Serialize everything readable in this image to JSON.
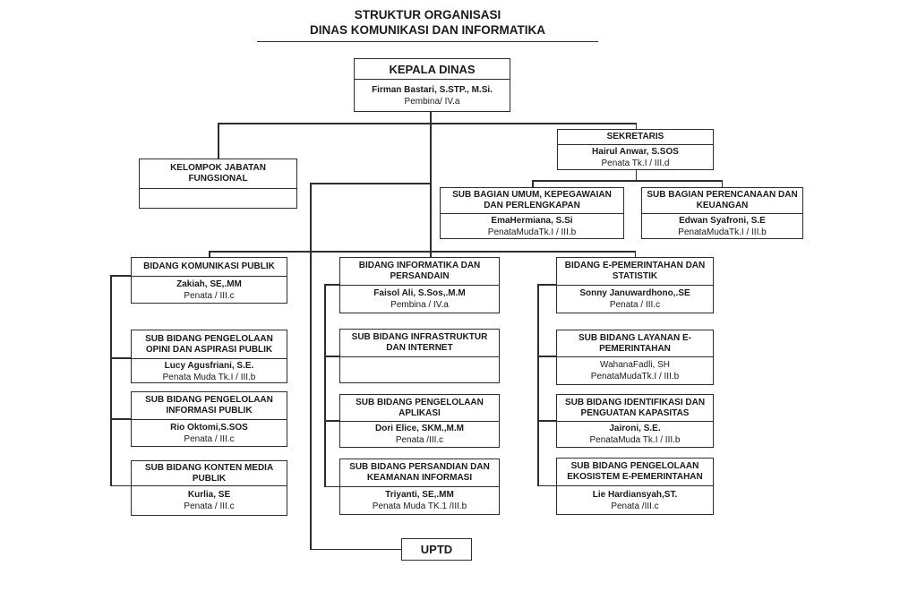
{
  "header": {
    "title_line1": "STRUKTUR ORGANISASI",
    "title_line2": "DINAS KOMUNIKASI DAN INFORMATIKA"
  },
  "nodes": {
    "kepala_dinas": {
      "title": "KEPALA DINAS",
      "name": "Firman Bastari, S.STP., M.Si.",
      "rank": "Pembina/ IV.a"
    },
    "kelompok_jabatan": {
      "title": "KELOMPOK JABATAN FUNGSIONAL"
    },
    "sekretaris": {
      "title": "SEKRETARIS",
      "name": "Hairul Anwar, S.SOS",
      "rank": "Penata Tk.I / III.d"
    },
    "sub_bagian_umum": {
      "title": "SUB BAGIAN UMUM, KEPEGAWAIAN DAN PERLENGKAPAN",
      "name": "EmaHermiana, S.Si",
      "rank": "PenataMudaTk.I / III.b"
    },
    "sub_bagian_perencanaan": {
      "title": "SUB BAGIAN PERENCANAAN DAN KEUANGAN",
      "name": "Edwan Syafroni, S.E",
      "rank": "PenataMudaTk.I / III.b"
    },
    "bidang_komunikasi": {
      "title": "BIDANG KOMUNIKASI PUBLIK",
      "name": "Zakiah, SE,.MM",
      "rank": "Penata / III.c"
    },
    "sub_opini": {
      "title": "SUB BIDANG PENGELOLAAN OPINI DAN ASPIRASI PUBLIK",
      "name": "Lucy Agusfriani, S.E.",
      "rank": "Penata Muda Tk.I / III.b"
    },
    "sub_informasi": {
      "title": "SUB BIDANG PENGELOLAAN INFORMASI PUBLIK",
      "name": "Rio Oktomi,S.SOS",
      "rank": "Penata / III.c"
    },
    "sub_konten": {
      "title": "SUB BIDANG KONTEN MEDIA PUBLIK",
      "name": "Kurlia, SE",
      "rank": "Penata / III.c"
    },
    "bidang_informatika": {
      "title": "BIDANG INFORMATIKA DAN PERSANDAIN",
      "name": "Faisol Ali, S.Sos,.M.M",
      "rank": "Pembina / IV.a"
    },
    "sub_infrastruktur": {
      "title": "SUB BIDANG INFRASTRUKTUR DAN INTERNET"
    },
    "sub_aplikasi": {
      "title": "SUB BIDANG PENGELOLAAN APLIKASI",
      "name": "Dori Elice, SKM.,M.M",
      "rank": "Penata /III.c"
    },
    "sub_persandian": {
      "title": "SUB BIDANG PERSANDIAN DAN KEAMANAN INFORMASI",
      "name": "Triyanti, SE,.MM",
      "rank": "Penata Muda TK.1 /III.b"
    },
    "bidang_epemerintahan": {
      "title": "BIDANG E-PEMERINTAHAN DAN STATISTIK",
      "name": "Sonny Januwardhono,.SE",
      "rank": "Penata / III.c"
    },
    "sub_layanan": {
      "title": "SUB BIDANG LAYANAN E-PEMERINTAHAN",
      "name": "WahanaFadli, SH",
      "rank": "PenataMudaTk.I / III.b"
    },
    "sub_identifikasi": {
      "title": "SUB BIDANG IDENTIFIKASI DAN PENGUATAN KAPASITAS",
      "name": "Jaironi, S.E.",
      "rank": "PenataMuda Tk.I / III.b"
    },
    "sub_ekosistem": {
      "title": "SUB BIDANG PENGELOLAAN EKOSISTEM E-PEMERINTAHAN",
      "name": "Lie Hardiansyah,ST.",
      "rank": "Penata /III.c"
    },
    "uptd": {
      "title": "UPTD"
    }
  },
  "colors": {
    "line": "#2d2d2d",
    "text": "#1a1a1a",
    "background": "#ffffff"
  }
}
